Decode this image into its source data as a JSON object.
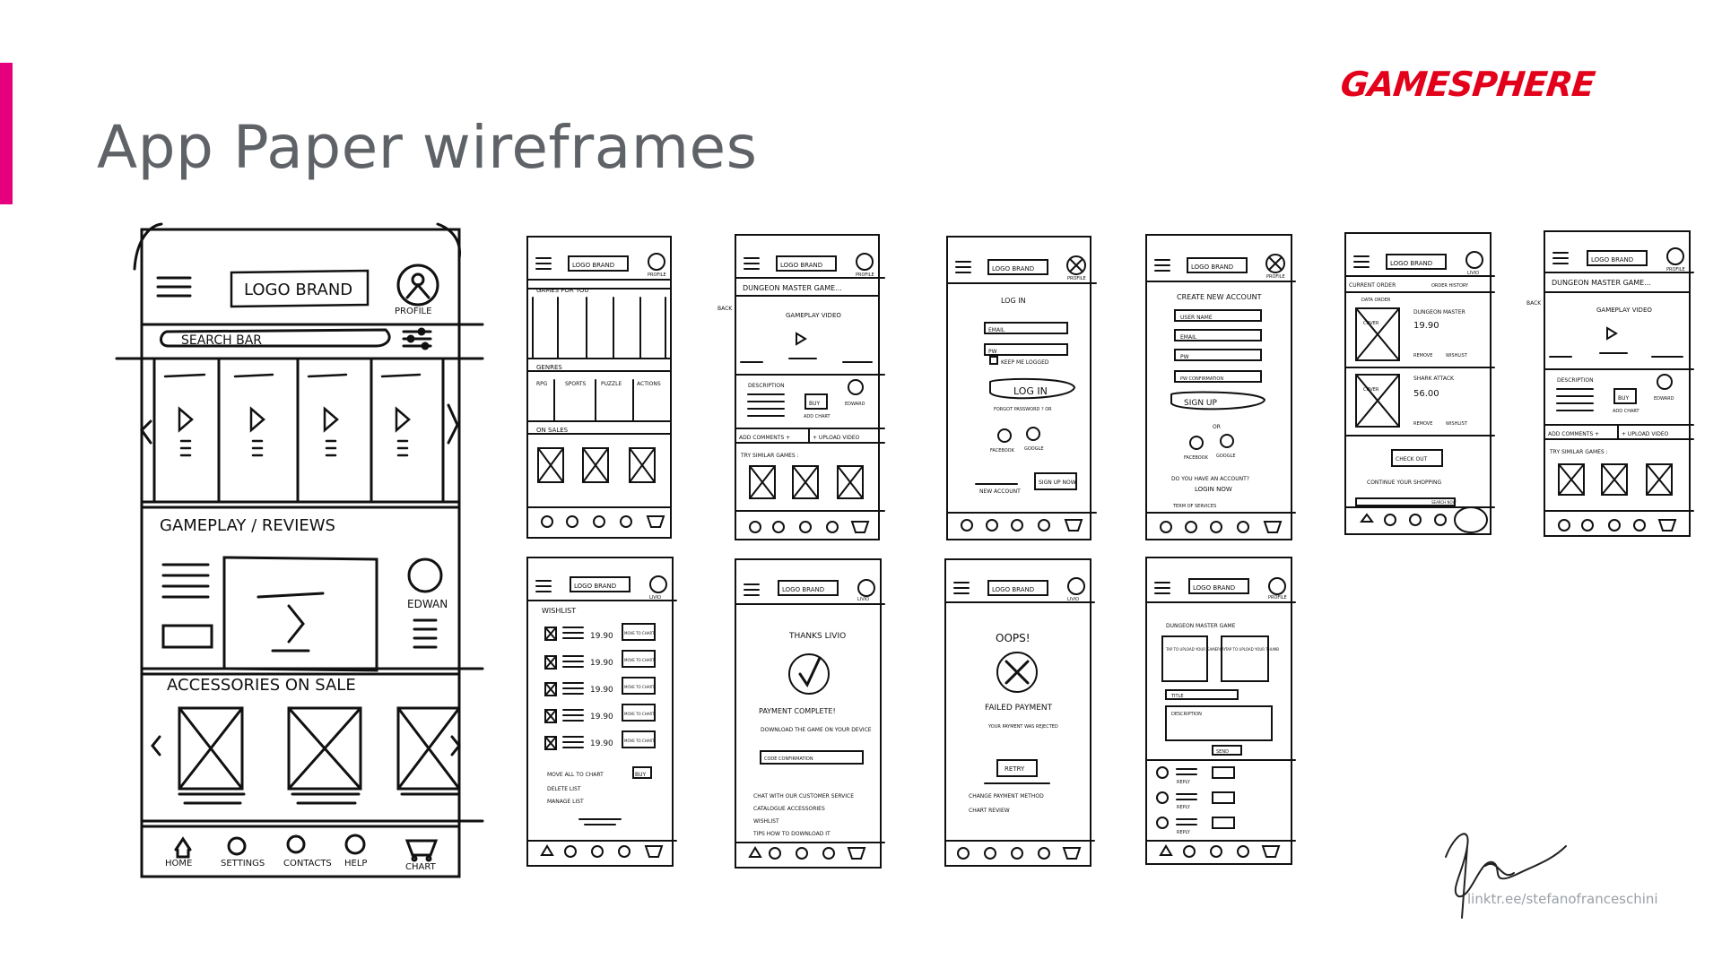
{
  "slide": {
    "title": "App Paper wireframes",
    "brand": "GAMESPHERE",
    "link": "linktr.ee/stefanofranceschini",
    "accent_color": "#e6007e",
    "brand_color": "#e2001a",
    "title_color": "#5f6368"
  },
  "big_phone": {
    "logo": "LOGO BRAND",
    "profile": "PROFILE",
    "search": "SEARCH BAR",
    "section_gameplay": "GAMEPLAY / REVIEWS",
    "user": "EDWAN",
    "section_accessories": "ACCESSORIES ON SALE",
    "nav": [
      "HOME",
      "SETTINGS",
      "CONTACTS",
      "HELP",
      "CHART"
    ]
  },
  "screens": {
    "home": {
      "logo": "LOGO BRAND",
      "profile": "PROFILE",
      "games": "GAMES FOR YOU",
      "genres": "GENRES",
      "genre_items": [
        "RPG",
        "SPORTS",
        "PUZZLE",
        "ACTIONS"
      ],
      "sales": "ON SALES"
    },
    "game": {
      "logo": "LOGO BRAND",
      "profile": "PROFILE",
      "back": "BACK",
      "title": "DUNGEON MASTER GAME...",
      "video": "GAMEPLAY VIDEO",
      "description": "DESCRIPTION",
      "buy": "BUY",
      "add_chart": "ADD CHART",
      "user": "EDWARD",
      "comments": "ADD COMMENTS +",
      "upload": "+ UPLOAD VIDEO",
      "similar": "TRY SIMILAR GAMES :"
    },
    "login": {
      "logo": "LOGO BRAND",
      "profile": "PROFILE",
      "heading": "LOG IN",
      "email": "EMAIL",
      "pw": "PW",
      "keep": "KEEP ME LOGGED",
      "login_btn": "LOG IN",
      "forgot": "FORGOT PASSWORD ? OR",
      "facebook": "FACEBOOK",
      "google": "GOOGLE",
      "new_account": "NEW ACCOUNT",
      "signup": "SIGN UP NOW"
    },
    "signup": {
      "logo": "LOGO BRAND",
      "profile": "PROFILE",
      "heading": "CREATE NEW ACCOUNT",
      "user": "USER NAME",
      "email": "EMAIL",
      "pw": "PW",
      "pw_confirm": "PW CONFIRMATION",
      "signup_btn": "SIGN UP",
      "or": "OR",
      "facebook": "FACEBOOK",
      "google": "GOOGLE",
      "have_account": "DO YOU HAVE AN ACCOUNT?",
      "login_now": "LOGIN NOW",
      "terms": "TERM OF SERVICES"
    },
    "cart": {
      "logo": "LOGO BRAND",
      "profile": "LIVIO",
      "current_order": "CURRENT ORDER",
      "order_history": "ORDER HISTORY",
      "data_order": "DATA ORDER",
      "item1": "DUNGEON MASTER",
      "price1": "19.90",
      "item2": "SHARK ATTACK",
      "price2": "56.00",
      "remove": "REMOVE",
      "wishlist": "WISHLIST",
      "cover": "COVER",
      "checkout": "CHECK OUT",
      "continue": "CONTINUE YOUR SHOPPING",
      "search": "SEARCH NOW"
    },
    "game2": {
      "logo": "LOGO BRAND",
      "profile": "PROFILE",
      "back": "BACK",
      "title": "DUNGEON MASTER GAME...",
      "video": "GAMEPLAY VIDEO",
      "description": "DESCRIPTION",
      "buy": "BUY",
      "add_chart": "ADD CHART",
      "user": "EDWARD",
      "comments": "ADD COMMENTS +",
      "upload": "+ UPLOAD VIDEO",
      "similar": "TRY SIMILAR GAMES :"
    },
    "wishlist": {
      "logo": "LOGO BRAND",
      "profile": "LIVIO",
      "heading": "WISHLIST",
      "price": "19.90",
      "move": "MOVE TO CHART",
      "move_all": "MOVE ALL TO CHART",
      "buy": "BUY",
      "delete": "DELETE LIST",
      "manage": "MANAGE LIST"
    },
    "success": {
      "logo": "LOGO BRAND",
      "profile": "LIVIO",
      "thanks": "THANKS LIVIO",
      "complete": "PAYMENT COMPLETE!",
      "download": "DOWNLOAD THE GAME ON YOUR DEVICE",
      "code": "CODE CONFIRMATION",
      "links": [
        "CHAT WITH OUR CUSTOMER SERVICE",
        "CATALOGUE ACCESSORIES",
        "WISHLIST",
        "TIPS HOW TO DOWNLOAD IT"
      ]
    },
    "failed": {
      "logo": "LOGO BRAND",
      "profile": "LIVIO",
      "oops": "OOPS!",
      "failed": "FAILED PAYMENT",
      "rejected": "YOUR PAYMENT WAS REJECTED",
      "retry": "RETRY",
      "links": [
        "CHANGE PAYMENT METHOD",
        "CHART REVIEW"
      ]
    },
    "review": {
      "logo": "LOGO BRAND",
      "profile": "PROFILE",
      "title": "DUNGEON MASTER GAME",
      "tap1": "TAP TO UPLOAD YOUR GAMEPLAY",
      "tap2": "TAP TO UPLOAD YOUR THUMB",
      "field_title": "TITLE",
      "field_desc": "DESCRIPTION",
      "send": "SEND",
      "reply": "REPLY"
    }
  }
}
